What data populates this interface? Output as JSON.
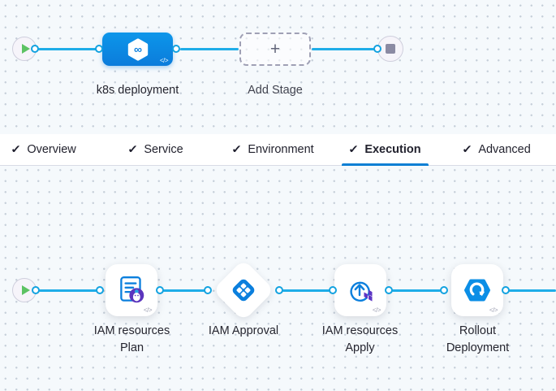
{
  "colors": {
    "edge_blue": "#1fade8",
    "accent_blue": "#0b7fd4",
    "stage_node_blue": "#0b8ae4",
    "success_green": "#5dc263",
    "terraform_purple": "#5c36c4",
    "plan_badge_purple": "#5b35bd"
  },
  "glyphs": {
    "check": "✓",
    "plus": "+",
    "code": "</>",
    "infinity": "∞"
  },
  "stage_pipeline": {
    "stage_label": "k8s deployment",
    "add_stage_label": "Add Stage"
  },
  "tabs": {
    "items": [
      {
        "label": "Overview",
        "active": false
      },
      {
        "label": "Service",
        "active": false
      },
      {
        "label": "Environment",
        "active": false
      },
      {
        "label": "Execution",
        "active": true
      },
      {
        "label": "Advanced",
        "active": false
      }
    ]
  },
  "execution": {
    "steps": [
      {
        "name": "terraform-plan-step",
        "label_line1": "IAM resources",
        "label_line2": "Plan"
      },
      {
        "name": "approval-step",
        "label_line1": "IAM Approval",
        "label_line2": ""
      },
      {
        "name": "terraform-apply-step",
        "label_line1": "IAM resources",
        "label_line2": "Apply"
      },
      {
        "name": "rollout-step",
        "label_line1": "Rollout",
        "label_line2": "Deployment"
      }
    ]
  }
}
